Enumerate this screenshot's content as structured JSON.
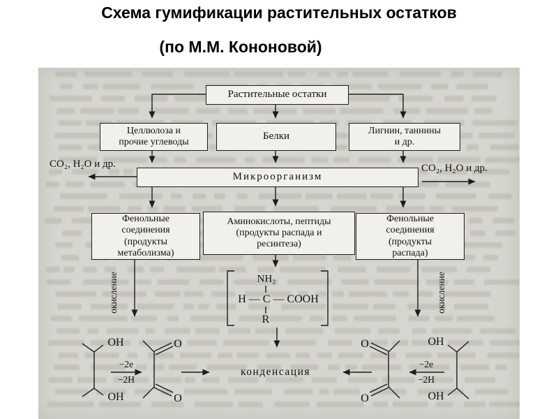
{
  "title": {
    "line1": "Схема гумификации растительных остатков",
    "line2": "(по М.М. Кононовой)"
  },
  "boxes": {
    "plant_residues": "Растительные остатки",
    "cellulose": "Целлюлоза и\nпрочие углеводы",
    "proteins": "Белки",
    "lignin": "Лигнин, таннины\nи др.",
    "microorganisms": "Микроорганизм",
    "phenolic_metabolism": "Фенольные\nсоединения\n(продукты\nметаболизма)",
    "amino_acids": "Аминокислоты, пептиды\n(продукты распада и\nресинтеза)",
    "phenolic_decay": "Фенольные\nсоединения\n(продукты\nраспада)"
  },
  "labels": {
    "co2_left": "CO₂, H₂O и др.",
    "co2_right": "CO₂, H₂O и др.",
    "oxidation_left": "окисление",
    "oxidation_right": "окисление",
    "condensation": "конденсация",
    "electrons_left": "−2e",
    "hydrogen_left": "−2H",
    "electrons_right": "−2e",
    "hydrogen_right": "−2H"
  },
  "formula": {
    "nh2": "NH₂",
    "backbone": "H — C — COOH",
    "r": "R"
  },
  "chem": {
    "diol_left_top": "OH",
    "diol_left_bottom": "OH",
    "diketone_left_top": "O",
    "diketone_left_bottom": "O",
    "diketone_right_top": "O",
    "diketone_right_bottom": "O",
    "diol_right_top": "OH",
    "diol_right_bottom": "OH"
  },
  "colors": {
    "scan_bg": "#d6d5cf",
    "box_fill": "#f1f0ea",
    "line": "#1c1c1c",
    "ghost": "#aeaca3"
  }
}
